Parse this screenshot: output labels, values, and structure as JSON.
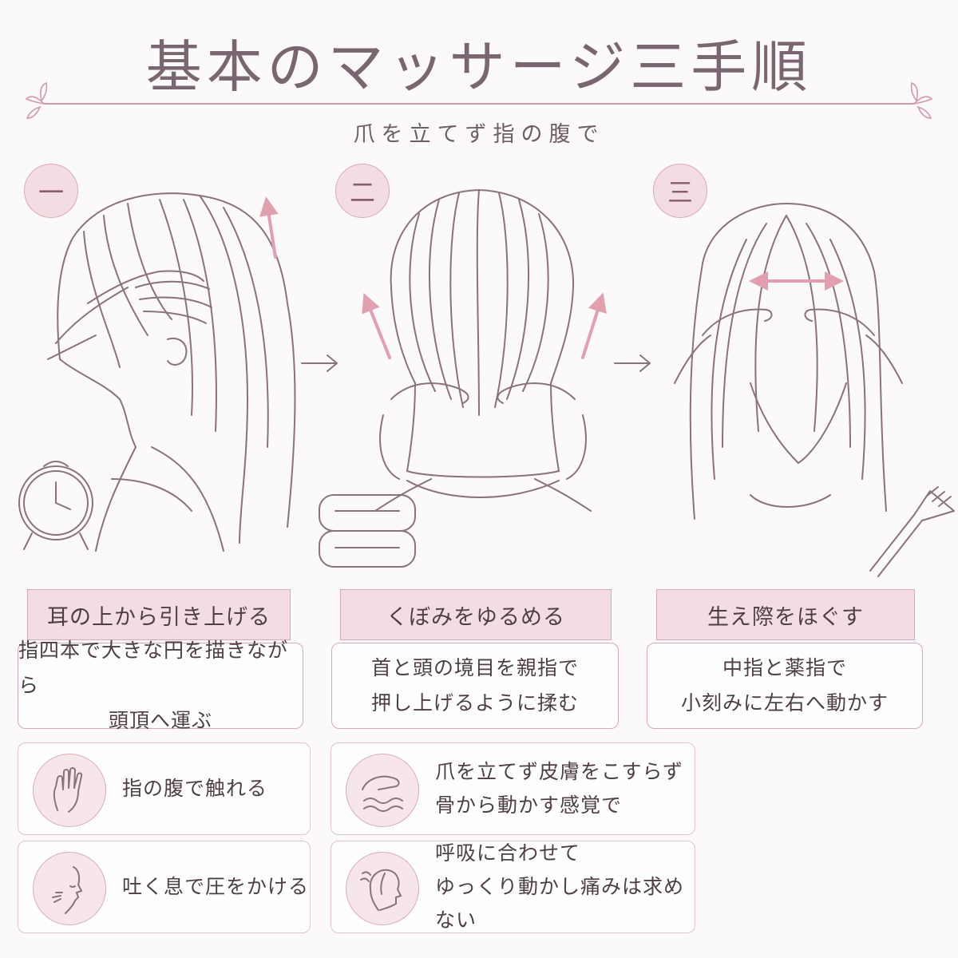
{
  "title": "基本のマッサージ三手順",
  "subtitle": "爪を立てず指の腹で",
  "colors": {
    "accent": "#d8a3b0",
    "label_bg": "#f4dde2",
    "line": "#8a7379",
    "arrow": "#e0a0b0"
  },
  "steps": [
    {
      "number": "一",
      "label": "耳の上から引き上げる",
      "desc": [
        "指四本で大きな円を描きながら",
        "頭頂へ運ぶ"
      ]
    },
    {
      "number": "二",
      "label": "くぼみをゆるめる",
      "desc": [
        "首と頭の境目を親指で",
        "押し上げるように揉む"
      ]
    },
    {
      "number": "三",
      "label": "生え際をほぐす",
      "desc": [
        "中指と薬指で",
        "小刻みに左右へ動かす"
      ]
    }
  ],
  "tips": [
    {
      "icon": "hand-icon",
      "lines": [
        "指の腹で触れる"
      ]
    },
    {
      "icon": "pressure-icon",
      "lines": [
        "爪を立てず皮膚をこすらず",
        "骨から動かす感覚で"
      ]
    },
    {
      "icon": "breath-icon",
      "lines": [
        "吐く息で圧をかける"
      ]
    },
    {
      "icon": "head-breath-icon",
      "lines": [
        "呼吸に合わせて",
        "ゆっくり動かし痛みは求めない"
      ]
    }
  ]
}
